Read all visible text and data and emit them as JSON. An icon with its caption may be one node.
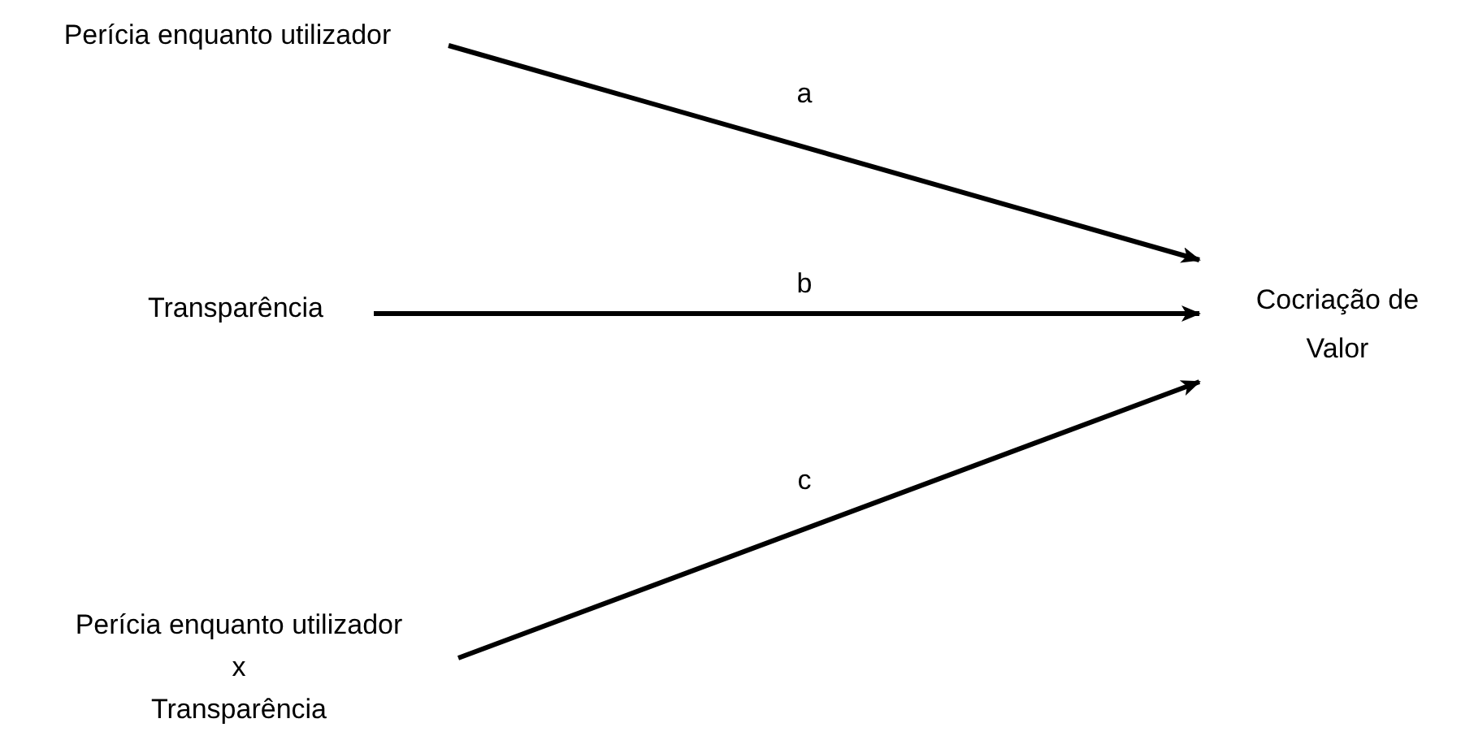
{
  "diagram": {
    "nodes": [
      {
        "text": [
          "Perícia enquanto utilizador"
        ]
      },
      {
        "text": [
          "Transparência"
        ]
      },
      {
        "text": [
          "Perícia enquanto utilizador",
          "x",
          "Transparência"
        ]
      },
      {
        "text": [
          "Cocriação de Valor"
        ]
      }
    ],
    "edges": [
      {
        "from": 0,
        "to": 3,
        "arrow": "to",
        "label": "a"
      },
      {
        "from": 1,
        "to": 3,
        "arrow": "to",
        "label": "b"
      },
      {
        "from": 2,
        "to": 3,
        "arrow": "to",
        "label": "c"
      }
    ]
  }
}
